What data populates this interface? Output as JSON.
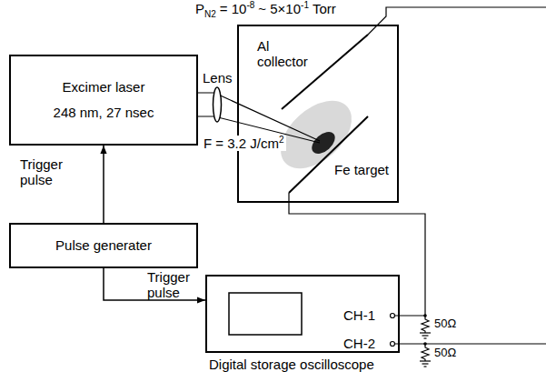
{
  "diagram": {
    "nodes": [
      {
        "text": [
          "Excimer laser",
          "248 nm, 27 nsec"
        ]
      },
      {
        "text": [
          "Pulse generater"
        ]
      },
      {
        "text": [
          "Digital storage oscilloscope",
          "CH-1",
          "CH-2"
        ]
      }
    ],
    "edges": [
      {
        "from": 1,
        "to": 0,
        "arrow": "to",
        "label": "Trigger pulse"
      },
      {
        "from": 1,
        "to": 2,
        "arrow": "to",
        "label": "Trigger pulse"
      }
    ],
    "labels": [
      "P",
      "N2",
      "= 10",
      "-8",
      "~ 5×10",
      "-1",
      "Torr",
      "Lens",
      "F = 3.2 J/cm",
      "2",
      "Al collector",
      "Fe target",
      "50Ω",
      "50Ω"
    ]
  }
}
